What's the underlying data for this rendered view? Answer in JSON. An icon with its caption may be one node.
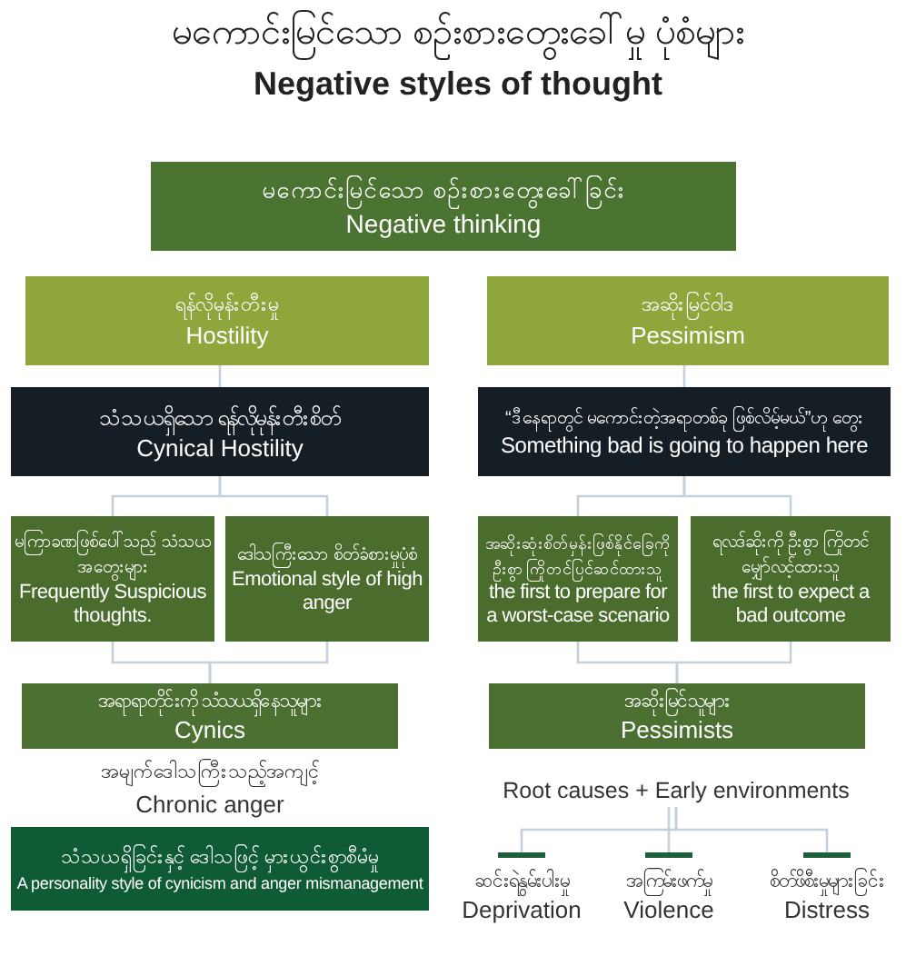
{
  "diagram": {
    "title": "မကောင်းမြင်သော စဉ်းစားတွေးခေါ်မှု ပုံစံများ",
    "nodes": [
      {
        "text": [
          "မကောင်းမြင်သော စဉ်းစားတွေးခေါ်ခြင်း",
          "Negative thinking"
        ]
      },
      {
        "text": [
          "ရန်လိုမုန်းတီးမှု",
          "Hostility"
        ]
      },
      {
        "text": [
          "အဆိုးမြင်ဝါဒ",
          "Pessimism"
        ]
      },
      {
        "text": [
          "သံသယရှိသော ရန်လိုမုန်းတီးစိတ်",
          "Cynical Hostility"
        ]
      },
      {
        "text": [
          "“ဒီနေရာတွင် မကောင်းတဲ့အရာတစ်ခု ဖြစ်လိမ့်မယ်”ဟု တွေး",
          "Something bad is going to happen here"
        ]
      },
      {
        "text": [
          "မကြာခဏဖြစ်ပေါ်သည့် သံသယအတွေးများ",
          "Frequently Suspicious thoughts."
        ]
      },
      {
        "text": [
          "ဒေါသကြီးသော စိတ်ခံစားမှုပုံစံ",
          "Emotional style of high anger"
        ]
      },
      {
        "text": [
          "အဆိုးဆုံးစိတ်မှန်းဖြစ်နိုင်ခြေကို ဦးစွာ ကြိုတင်ပြင်ဆင်ထားသူ",
          "the first to prepare for a worst-case scenario"
        ]
      },
      {
        "text": [
          "ရလဒ်ဆိုးကို ဦးစွာ ကြိုတင်မျှော်လင့်ထားသူ",
          "the first to expect a bad outcome"
        ]
      },
      {
        "text": [
          "အရာရာတိုင်းကို သံသယရှိနေသူများ",
          "Cynics"
        ]
      },
      {
        "text": [
          "အဆိုးမြင်သူများ",
          "Pessimists"
        ]
      },
      {
        "text": [
          "သံသယရှိခြင်းနှင့် ဒေါသဖြင့် မှားယွင်းစွာစီမံမှု",
          "A personality style of cynicism and anger mismanagement"
        ]
      },
      {
        "text": [
          "Root causes + Early environments"
        ]
      },
      {
        "text": [
          "ဆင်းရဲနွမ်းပါးမှု",
          "Deprivation"
        ]
      },
      {
        "text": [
          "အကြမ်းဖက်မှု",
          "Violence"
        ]
      },
      {
        "text": [
          "စိတ်ဖိစီးမှုများခြင်း",
          "Distress"
        ]
      }
    ],
    "edges": [
      {
        "from": 1,
        "to": 3,
        "arrow": "none"
      },
      {
        "from": 2,
        "to": 4,
        "arrow": "none"
      },
      {
        "from": 3,
        "to": 5,
        "arrow": "none"
      },
      {
        "from": 3,
        "to": 6,
        "arrow": "none"
      },
      {
        "from": 4,
        "to": 7,
        "arrow": "none"
      },
      {
        "from": 4,
        "to": 8,
        "arrow": "none"
      },
      {
        "from": 5,
        "to": 9,
        "arrow": "none"
      },
      {
        "from": 6,
        "to": 9,
        "arrow": "none"
      },
      {
        "from": 7,
        "to": 10,
        "arrow": "none"
      },
      {
        "from": 8,
        "to": 10,
        "arrow": "none"
      },
      {
        "from": 12,
        "to": 13,
        "arrow": "none"
      },
      {
        "from": 12,
        "to": 14,
        "arrow": "none"
      },
      {
        "from": 12,
        "to": 15,
        "arrow": "none"
      }
    ],
    "labels": [
      "Negative styles of thought",
      "အမျက်ဒေါသကြီးသည့်အကျင့်",
      "Chronic anger"
    ]
  }
}
